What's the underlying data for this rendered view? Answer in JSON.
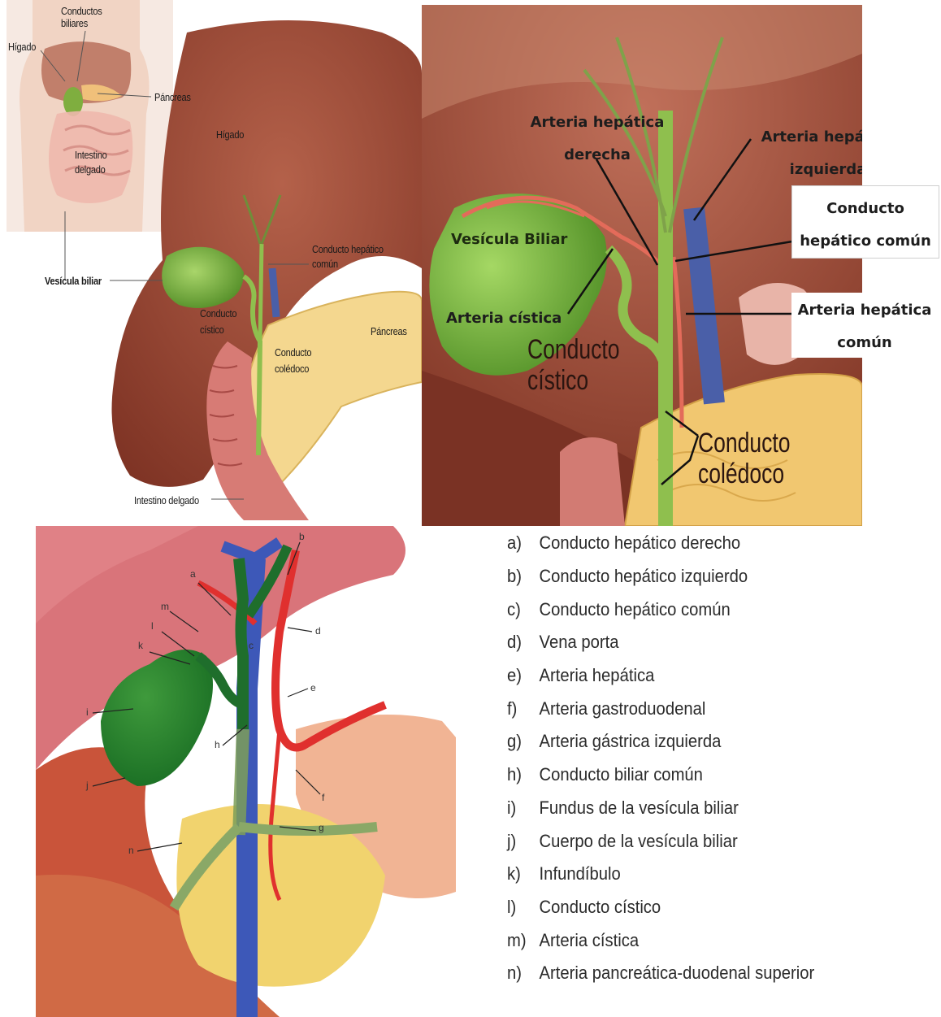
{
  "panel1": {
    "labels": {
      "bile_ducts": "Conductos biliares",
      "liver_small": "Hígado",
      "pancreas_small": "Páncreas",
      "small_intestine_small": "Intestino delgado",
      "gallbladder": "Vesícula biliar",
      "liver": "Hígado",
      "hepatic_duct": "Conducto hepático común",
      "cystic_duct": "Conducto cístico",
      "pancreas": "Páncreas",
      "bile_duct": "Conducto colédoco",
      "small_intestine": "Intestino delgado"
    }
  },
  "panel2": {
    "labels": {
      "right_hepatic_artery": "Arteria hepática derecha",
      "left_hepatic_artery": "Arteria hepática izquierda",
      "common_hepatic_duct": "Conducto hepático común",
      "gallbladder": "Vesícula Biliar",
      "cystic_artery": "Arteria cística",
      "common_hepatic_artery": "Arteria hepática común",
      "cystic_duct": "Conducto cístico",
      "bile_duct": "Conducto colédoco"
    }
  },
  "panel3": {
    "letters": [
      "a",
      "b",
      "c",
      "d",
      "e",
      "f",
      "g",
      "h",
      "i",
      "j",
      "k",
      "l",
      "m",
      "n"
    ]
  },
  "legend": [
    {
      "key": "a)",
      "text": "Conducto hepático derecho"
    },
    {
      "key": "b)",
      "text": "Conducto hepático izquierdo"
    },
    {
      "key": "c)",
      "text": "Conducto hepático común"
    },
    {
      "key": "d)",
      "text": "Vena porta"
    },
    {
      "key": "e)",
      "text": "Arteria hepática"
    },
    {
      "key": "f)",
      "text": "Arteria gastroduodenal"
    },
    {
      "key": "g)",
      "text": "Arteria gástrica izquierda"
    },
    {
      "key": "h)",
      "text": "Conducto biliar común"
    },
    {
      "key": "i)",
      "text": "Fundus de la vesícula biliar"
    },
    {
      "key": "j)",
      "text": "Cuerpo de la vesícula biliar"
    },
    {
      "key": "k)",
      "text": "Infundíbulo"
    },
    {
      "key": "l)",
      "text": "Conducto cístico"
    },
    {
      "key": "m)",
      "text": "Arteria cística"
    },
    {
      "key": "n)",
      "text": "Arteria pancreática-duodenal superior"
    }
  ],
  "colors": {
    "liver": "#8e3f2e",
    "gallbladder": "#6aa83a",
    "duct": "#8fbf4e",
    "artery": "#d8353a",
    "vein": "#4a5fa8",
    "pancreas": "#f2cf7a"
  }
}
